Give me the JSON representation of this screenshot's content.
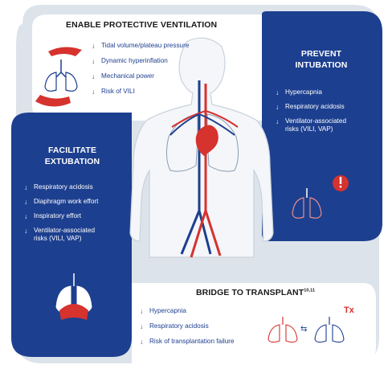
{
  "panels": {
    "ventilation": {
      "title": "ENABLE PROTECTIVE VENTILATION",
      "items": [
        "Tidal volume/plateau pressure",
        "Dynamic hyperinflation",
        "Mechanical power",
        "Risk of VILI"
      ]
    },
    "intubation": {
      "title_line1": "PREVENT",
      "title_line2": "INTUBATION",
      "items": [
        "Hypercapnia",
        "Respiratory acidosis",
        "Ventilator-associated",
        "risks (VILI, VAP)"
      ]
    },
    "extubation": {
      "title_line1": "FACILITATE",
      "title_line2": "EXTUBATION",
      "items": [
        "Respiratory acidosis",
        "Diaphragm work effort",
        "Inspiratory effort",
        "Ventilator-associated",
        "risks (VILI, VAP)"
      ]
    },
    "transplant": {
      "title": "BRIDGE TO TRANSPLANT",
      "superscript": "10,11",
      "items": [
        "Hypercapnia",
        "Respiratory acidosis",
        "Risk of transplantation failure"
      ],
      "tx_label": "Tx"
    }
  },
  "arrow_symbol": "↓",
  "swap_symbol": "⇆",
  "colors": {
    "navy": "#1d3f8f",
    "red": "#d6322e",
    "gray": "#dde3ea",
    "white": "#ffffff"
  },
  "icons": [
    "lungs-icon",
    "hands-icon",
    "warning-icon",
    "heart-icon",
    "diaphragm-icon"
  ]
}
